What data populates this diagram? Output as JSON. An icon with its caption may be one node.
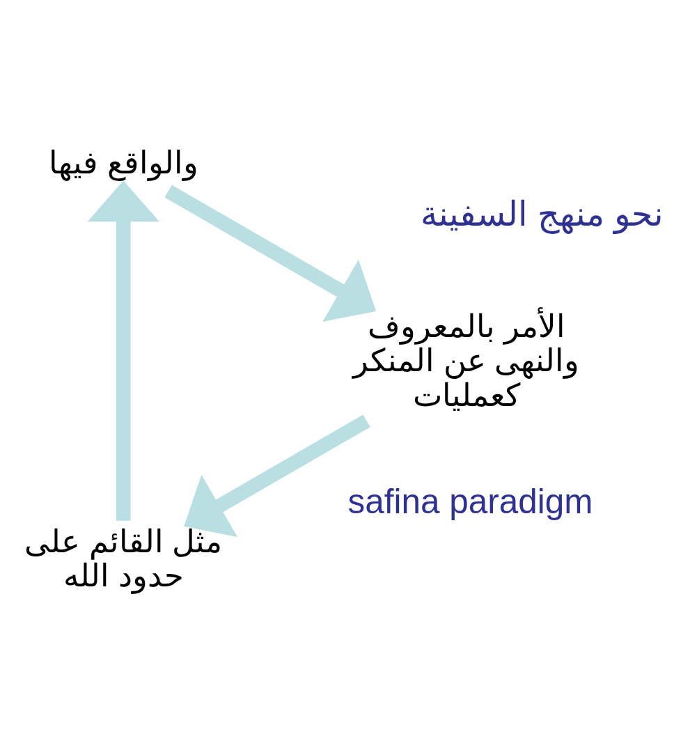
{
  "diagram": {
    "nodes": [
      {
        "text": [
          "مثل القائم على حدود الله"
        ]
      },
      {
        "text": [
          "والواقع فيها"
        ]
      },
      {
        "text": [
          "الأمر بالمعروف والنهى عن المنكر كعمليات"
        ]
      }
    ],
    "edges": [
      {
        "from": 2,
        "to": 0,
        "arrow": "to"
      },
      {
        "from": 0,
        "to": 1,
        "arrow": "to"
      },
      {
        "from": 1,
        "to": 2,
        "arrow": "to"
      }
    ],
    "labels": [
      "نحو منهج السفينة",
      "safina paradigm"
    ]
  }
}
